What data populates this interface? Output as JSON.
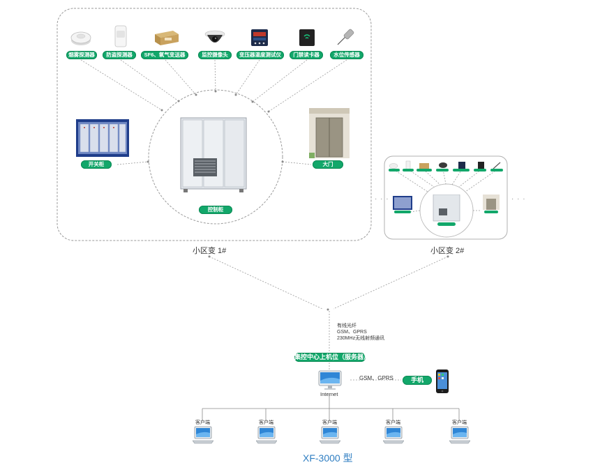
{
  "area1": {
    "sensors": [
      {
        "label": "烟雾探测器",
        "icon": "smoke-detector-icon"
      },
      {
        "label": "防盗探测器",
        "icon": "motion-detector-icon"
      },
      {
        "label": "SF6、氧气变送器",
        "icon": "sf6-transmitter-icon"
      },
      {
        "label": "监控摄像头",
        "icon": "dome-camera-icon"
      },
      {
        "label": "变压器温度测试仪",
        "icon": "temperature-meter-icon"
      },
      {
        "label": "门禁读卡器",
        "icon": "card-reader-icon"
      },
      {
        "label": "水位传感器",
        "icon": "water-sensor-icon"
      }
    ],
    "switchgear_label": "开关柜",
    "gate_label": "大门",
    "control_cabinet_label": "控制柜",
    "caption": "小区变 1#"
  },
  "area2": {
    "caption": "小区变 2#"
  },
  "ellipsis": "· · ·",
  "comm_note": {
    "line1": "有线光纤",
    "line2": "GSM、GPRS",
    "line3": "230MHz无线射频通讯"
  },
  "server_label": "集控中心上机位（服务器）",
  "internet_label": "Internet",
  "phone_link_label": "GSM、GPRS",
  "phone_label": "手机",
  "clients": [
    "客户端",
    "客户端",
    "客户端",
    "客户端",
    "客户端"
  ],
  "model_title": "XF-3000 型",
  "colors": {
    "accent": "#12a76a",
    "title_blue": "#2f7ec2",
    "border": "#9a9a9a"
  }
}
